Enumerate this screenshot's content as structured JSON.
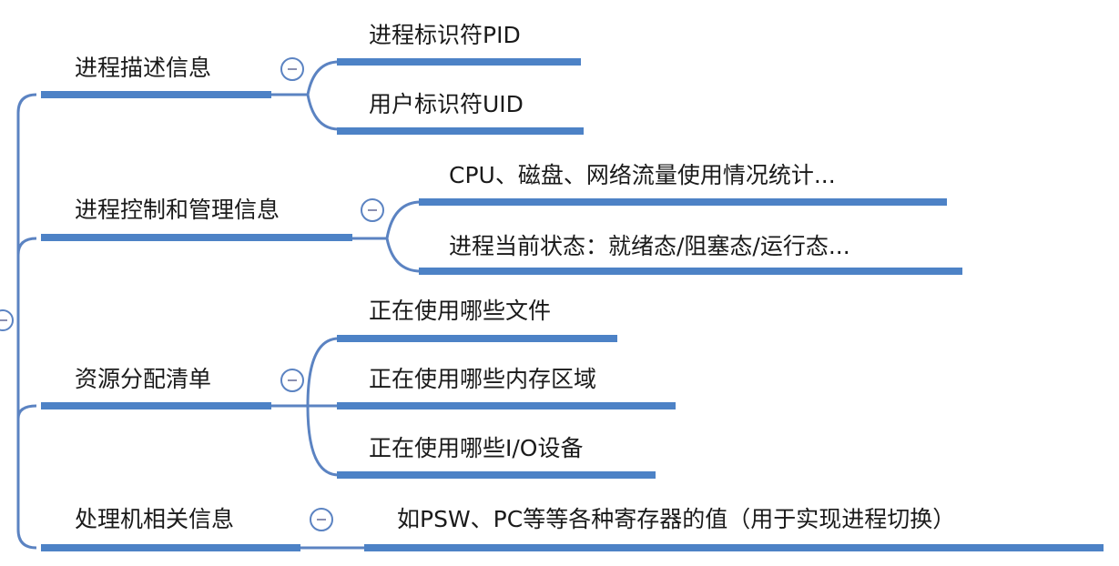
{
  "colors": {
    "branch": "#4d82c6",
    "line": "#5b83c2",
    "text": "#1a1a1a"
  },
  "branches": [
    {
      "label": "进程描述信息",
      "children": [
        "进程标识符PID",
        "用户标识符UID"
      ]
    },
    {
      "label": "进程控制和管理信息",
      "children": [
        "CPU、磁盘、网络流量使用情况统计...",
        "进程当前状态：就绪态/阻塞态/运行态..."
      ]
    },
    {
      "label": "资源分配清单",
      "children": [
        "正在使用哪些文件",
        "正在使用哪些内存区域",
        "正在使用哪些I/O设备"
      ]
    },
    {
      "label": "处理机相关信息",
      "children": [
        "如PSW、PC等等各种寄存器的值（用于实现进程切换）"
      ]
    }
  ],
  "collapse_icon": "minus-circle-icon"
}
